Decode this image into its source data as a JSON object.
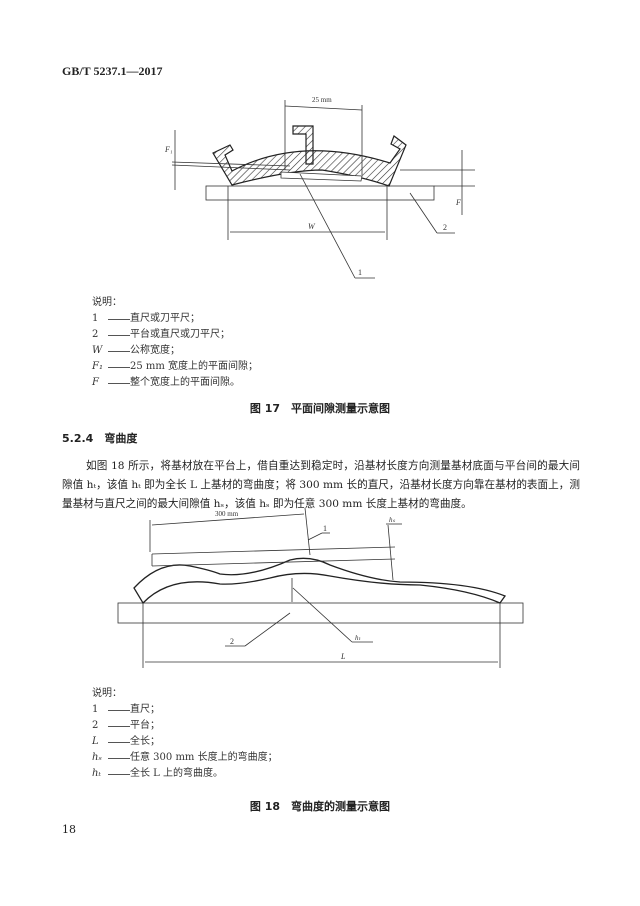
{
  "header": {
    "standard_code": "GB/T 5237.1—2017"
  },
  "figure17": {
    "labels": {
      "width_25": "25 mm",
      "F1": "F₁",
      "F": "F",
      "W": "W",
      "callout1": "1",
      "callout2": "2"
    },
    "legend_title": "说明：",
    "legend": [
      {
        "key": "1",
        "text": "直尺或刀平尺；"
      },
      {
        "key": "2",
        "text": "平台或直尺或刀平尺；"
      },
      {
        "key": "W",
        "text": "公称宽度；"
      },
      {
        "key": "F₁",
        "text": "25 mm 宽度上的平面间隙；"
      },
      {
        "key": "F",
        "text": "整个宽度上的平面间隙。"
      }
    ],
    "caption": "图 17　平面间隙测量示意图"
  },
  "section": {
    "heading": "5.2.4　弯曲度",
    "paragraph": "如图 18 所示，将基材放在平台上，借自重达到稳定时，沿基材长度方向测量基材底面与平台间的最大间隙值 hₜ，该值 hₜ 即为全长 L 上基材的弯曲度；将 300 mm 长的直尺，沿基材长度方向靠在基材的表面上，测量基材与直尺之间的最大间隙值 hₛ，该值 hₛ 即为任意 300 mm 长度上基材的弯曲度。"
  },
  "figure18": {
    "labels": {
      "len_300": "300 mm",
      "hs": "hₛ",
      "ht": "hₜ",
      "L": "L",
      "callout1": "1",
      "callout2": "2"
    },
    "legend_title": "说明：",
    "legend": [
      {
        "key": "1",
        "text": "直尺；"
      },
      {
        "key": "2",
        "text": "平台；"
      },
      {
        "key": "L",
        "text": "全长；"
      },
      {
        "key": "hₛ",
        "text": "任意 300 mm 长度上的弯曲度；"
      },
      {
        "key": "hₜ",
        "text": "全长 L 上的弯曲度。"
      }
    ],
    "caption": "图 18　弯曲度的测量示意图"
  },
  "footer": {
    "page_number": "18"
  }
}
